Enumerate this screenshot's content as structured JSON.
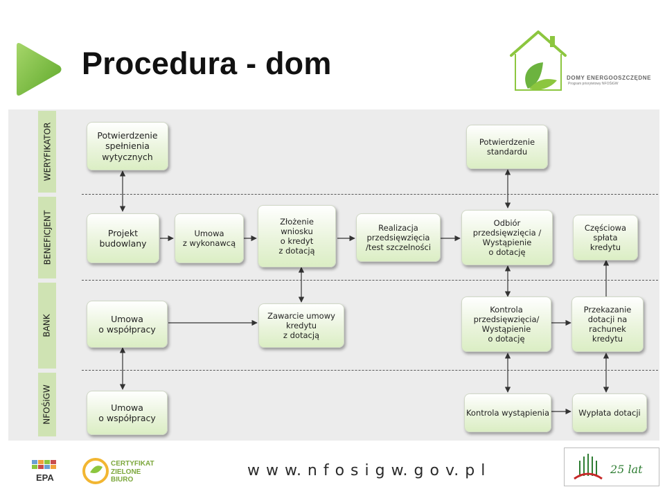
{
  "page": {
    "title": "Procedura - dom",
    "footer_url": "w w w. n f o s i g w. g o v. p l",
    "logo_title": "DOMY ENERGOOSZCZĘDNE",
    "logo_subtitle": "Program priorytetowy NFOŚiGW",
    "cert_text": "CERTYFIKAT\nZIELONE\nBIURO",
    "epa_text": "EPA",
    "nf_anniv": "25 lat"
  },
  "lanes": [
    {
      "id": "weryfikator",
      "label": "WERYFIKATOR"
    },
    {
      "id": "beneficjent",
      "label": "BENEFICJENT"
    },
    {
      "id": "bank",
      "label": "BANK"
    },
    {
      "id": "nfosigw",
      "label": "NFOŚiGW"
    }
  ],
  "boxes": {
    "w1": "Potwierdzenie\nspełnienia\nwytycznych",
    "w2": "Potwierdzenie\nstandardu",
    "b1": "Projekt\nbudowlany",
    "b2": "Umowa\nz wykonawcą",
    "b3": "Złożenie\nwniosku\no kredyt\nz dotacją",
    "b4": "Realizacja\nprzedsięwzięcia\n/test szczelności",
    "b5": "Odbiór\nprzedsięwzięcia /\nWystąpienie\no dotację",
    "b6": "Częściowa\nspłata\nkredytu",
    "k1": "Umowa\no współpracy",
    "k2": "Zawarcie umowy\nkredytu\nz dotacją",
    "k3": "Kontrola\nprzedsięwzięcia/\nWystąpienie\no dotację",
    "k4": "Przekazanie\ndotacji na\nrachunek\nkredytu",
    "n1": "Umowa\no współpracy",
    "n2": "Kontrola wystąpienia",
    "n3": "Wypłata dotacji"
  },
  "colors": {
    "lane_label_bg": "#cfe3b3",
    "box_gradient_bottom": "#dbeec4",
    "play_green": "#7dc243",
    "logo_green": "#8cc63f",
    "background_panel": "#ececec"
  }
}
